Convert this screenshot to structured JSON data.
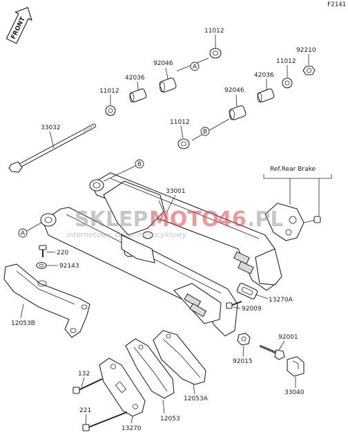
{
  "diagram_code": "F2141",
  "front_label": "FRONT",
  "reference_note": "Ref.Rear Brake",
  "watermark": {
    "brand_left": "SKLEP",
    "brand_mid": "MOTO",
    "brand_num": "46",
    "brand_tld": ".PL",
    "tagline": "internetowy sklep motocyklowy"
  },
  "callouts": {
    "a": "A",
    "b": "B"
  },
  "parts": [
    {
      "key": "p11012a",
      "number": "11012"
    },
    {
      "key": "p92046a",
      "number": "92046"
    },
    {
      "key": "p42036a",
      "number": "42036"
    },
    {
      "key": "p11012b",
      "number": "11012"
    },
    {
      "key": "p92210",
      "number": "92210"
    },
    {
      "key": "p11012c",
      "number": "11012"
    },
    {
      "key": "p42036b",
      "number": "42036"
    },
    {
      "key": "p92046b",
      "number": "92046"
    },
    {
      "key": "p11012d",
      "number": "11012"
    },
    {
      "key": "p33032",
      "number": "33032"
    },
    {
      "key": "p33001",
      "number": "33001"
    },
    {
      "key": "p220",
      "number": "220"
    },
    {
      "key": "p92143",
      "number": "92143"
    },
    {
      "key": "p12053b",
      "number": "12053B"
    },
    {
      "key": "p13270a",
      "number": "13270A"
    },
    {
      "key": "p92009",
      "number": "92009"
    },
    {
      "key": "p92001",
      "number": "92001"
    },
    {
      "key": "p92015",
      "number": "92015"
    },
    {
      "key": "p33040",
      "number": "33040"
    },
    {
      "key": "p132",
      "number": "132"
    },
    {
      "key": "p12053a",
      "number": "12053A"
    },
    {
      "key": "p221",
      "number": "221"
    },
    {
      "key": "p12053",
      "number": "12053"
    },
    {
      "key": "p13270",
      "number": "13270"
    }
  ],
  "colors": {
    "watermark_red": "#e0454a",
    "watermark_grey": "#9a9a9a",
    "line": "#222222"
  }
}
